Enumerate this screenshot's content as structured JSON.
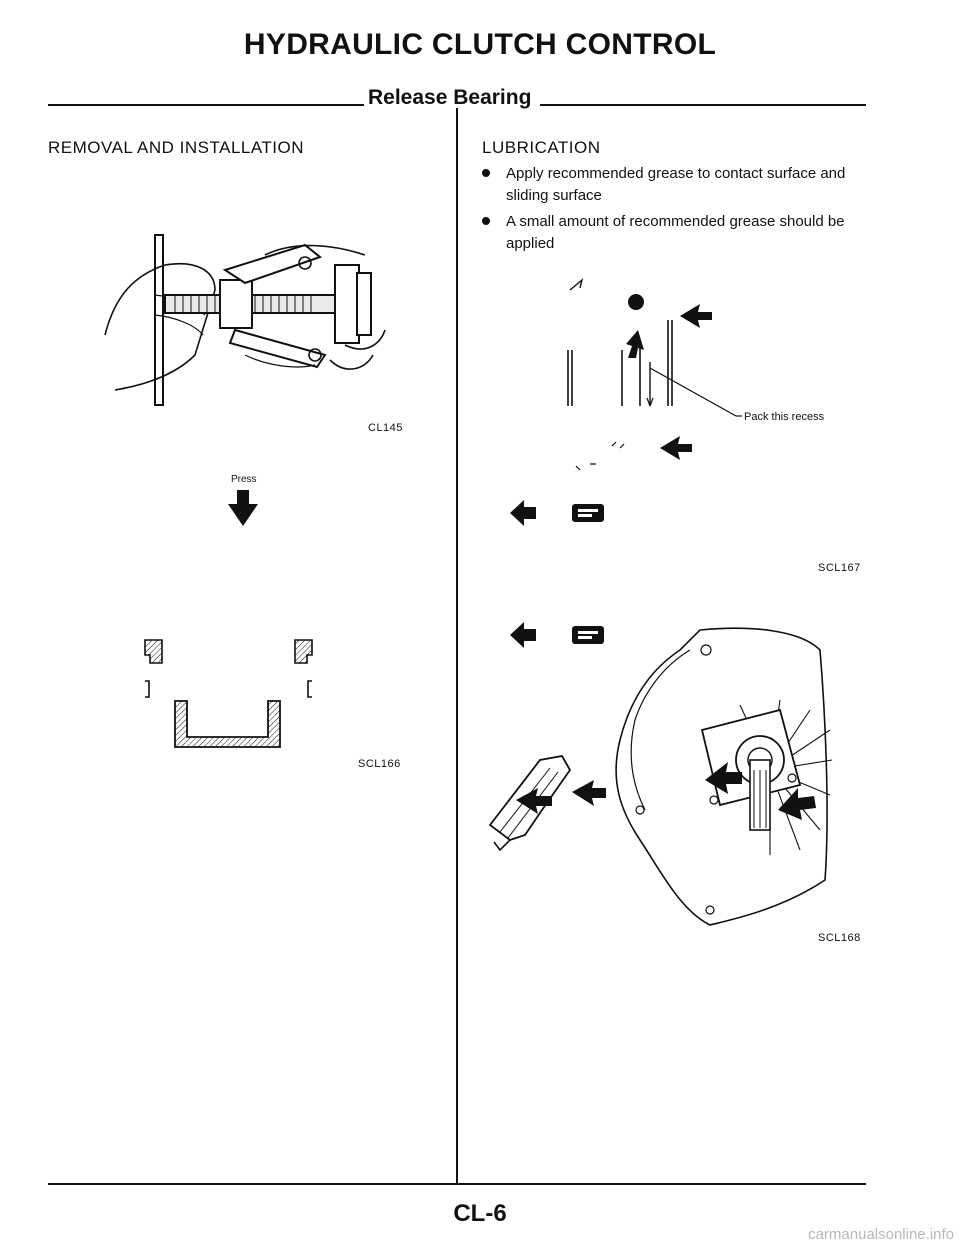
{
  "page": {
    "title": "HYDRAULIC CLUTCH CONTROL",
    "subtitle": "Release Bearing",
    "page_number": "CL-6"
  },
  "left": {
    "heading": "REMOVAL AND INSTALLATION",
    "fig1_code": "CL145",
    "press_label": "Press",
    "fig2_code": "SCL166"
  },
  "right": {
    "heading": "LUBRICATION",
    "bullets": [
      "Apply recommended grease to contact surface and sliding surface",
      "A small amount of recommended grease should be applied"
    ],
    "pack_label": "Pack this recess",
    "fig3_code": "SCL167",
    "fig4_code": "SCL168"
  },
  "watermark": "carmanualsonline.info",
  "colors": {
    "ink": "#111111",
    "paper": "#ffffff",
    "watermark": "#b8b8b8"
  },
  "icons": [
    "arrow-down-icon",
    "grease-arrow-icon",
    "grease-symbol-icon"
  ]
}
